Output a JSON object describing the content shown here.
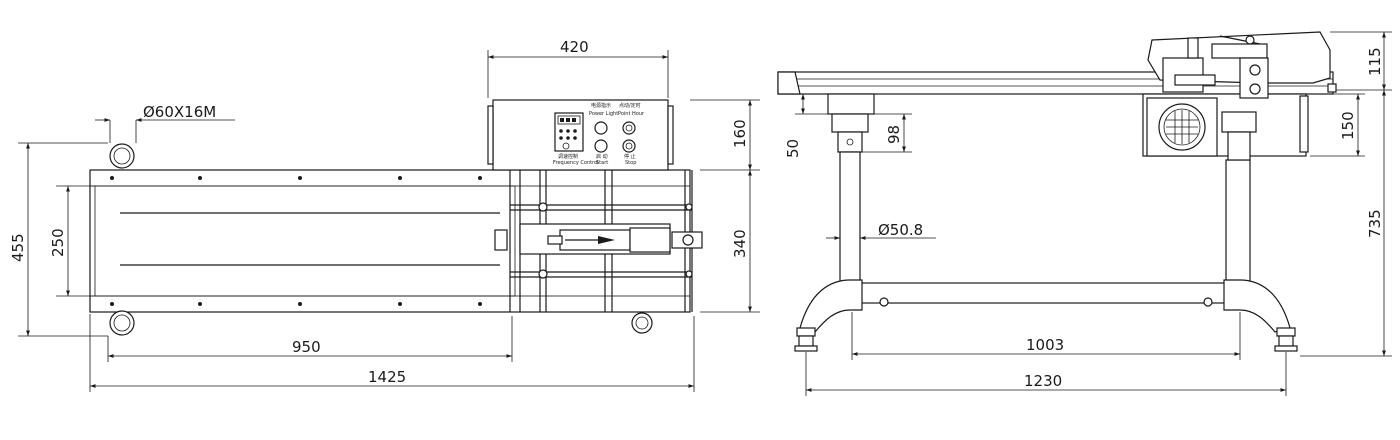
{
  "left_view": {
    "dimensions": {
      "d420": "420",
      "d160": "160",
      "d340": "340",
      "d455": "455",
      "d250": "250",
      "d950": "950",
      "d1425": "1425",
      "wheel": "Ø60X16M"
    },
    "panel": {
      "power_light_cn": "电源指示",
      "power_light_en": "Power Light",
      "point_hour_cn": "点动/定时",
      "point_hour_en": "Point Hour",
      "freq_control_cn": "调速控制",
      "freq_control_en": "Frequency Control",
      "start_cn": "启 动",
      "start_en": "Start",
      "stop_cn": "停 止",
      "stop_en": "Stop"
    }
  },
  "right_view": {
    "dimensions": {
      "d115": "115",
      "d150": "150",
      "d735": "735",
      "d50": "50",
      "d98": "98",
      "pillar": "Ø50.8",
      "d1003": "1003",
      "d1230": "1230"
    }
  }
}
